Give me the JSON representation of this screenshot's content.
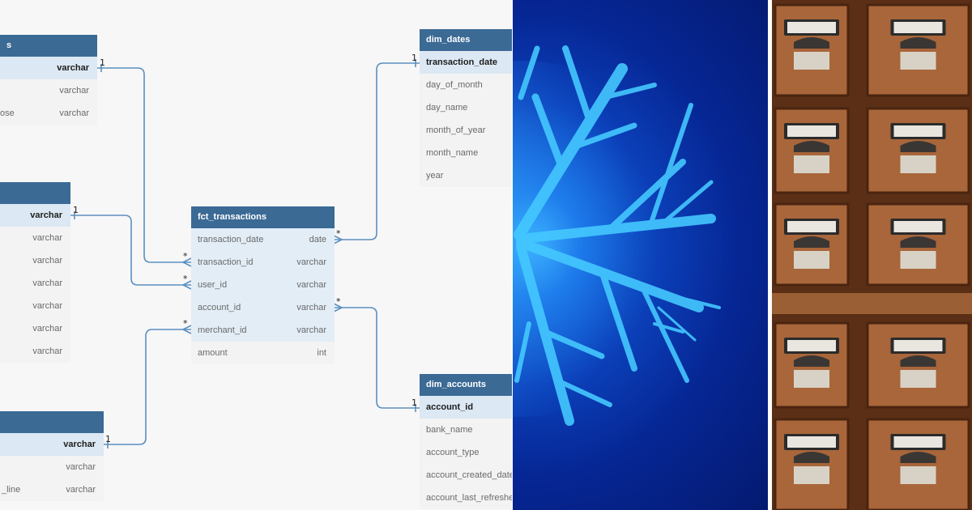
{
  "tables": {
    "top_left": {
      "title": "s",
      "rows": [
        {
          "name": "",
          "type": "varchar"
        },
        {
          "name": "",
          "type": "varchar"
        },
        {
          "name": "ose",
          "type": "varchar"
        }
      ]
    },
    "mid_left": {
      "title": "",
      "rows": [
        {
          "name": "",
          "type": "varchar"
        },
        {
          "name": "",
          "type": "varchar"
        },
        {
          "name": "",
          "type": "varchar"
        },
        {
          "name": "",
          "type": "varchar"
        },
        {
          "name": "",
          "type": "varchar"
        },
        {
          "name": "",
          "type": "varchar"
        },
        {
          "name": "",
          "type": "varchar"
        }
      ]
    },
    "bottom_left": {
      "title": "",
      "rows": [
        {
          "name": "",
          "type": "varchar"
        },
        {
          "name": "",
          "type": "varchar"
        },
        {
          "name": "_line",
          "type": "varchar"
        }
      ]
    },
    "fct_transactions": {
      "title": "fct_transactions",
      "rows": [
        {
          "name": "transaction_date",
          "type": "date"
        },
        {
          "name": "transaction_id",
          "type": "varchar"
        },
        {
          "name": "user_id",
          "type": "varchar"
        },
        {
          "name": "account_id",
          "type": "varchar"
        },
        {
          "name": "merchant_id",
          "type": "varchar"
        },
        {
          "name": "amount",
          "type": "int"
        }
      ]
    },
    "dim_dates": {
      "title": "dim_dates",
      "rows": [
        {
          "name": "transaction_date",
          "type": ""
        },
        {
          "name": "day_of_month",
          "type": ""
        },
        {
          "name": "day_name",
          "type": ""
        },
        {
          "name": "month_of_year",
          "type": ""
        },
        {
          "name": "month_name",
          "type": ""
        },
        {
          "name": "year",
          "type": ""
        }
      ]
    },
    "dim_accounts": {
      "title": "dim_accounts",
      "rows": [
        {
          "name": "account_id",
          "type": ""
        },
        {
          "name": "bank_name",
          "type": ""
        },
        {
          "name": "account_type",
          "type": ""
        },
        {
          "name": "account_created_date",
          "type": ""
        },
        {
          "name": "account_last_refreshed",
          "type": ""
        }
      ]
    }
  },
  "cardinality": {
    "one": "1",
    "many": "*"
  },
  "colors": {
    "header": "#3b6a95",
    "connector": "#5b8fbf",
    "pk_row": "#dce8f3",
    "canvas": "#f7f7f8"
  },
  "photos": {
    "middle": "snowflake-crystal-image",
    "right": "card-catalog-drawers-image"
  }
}
